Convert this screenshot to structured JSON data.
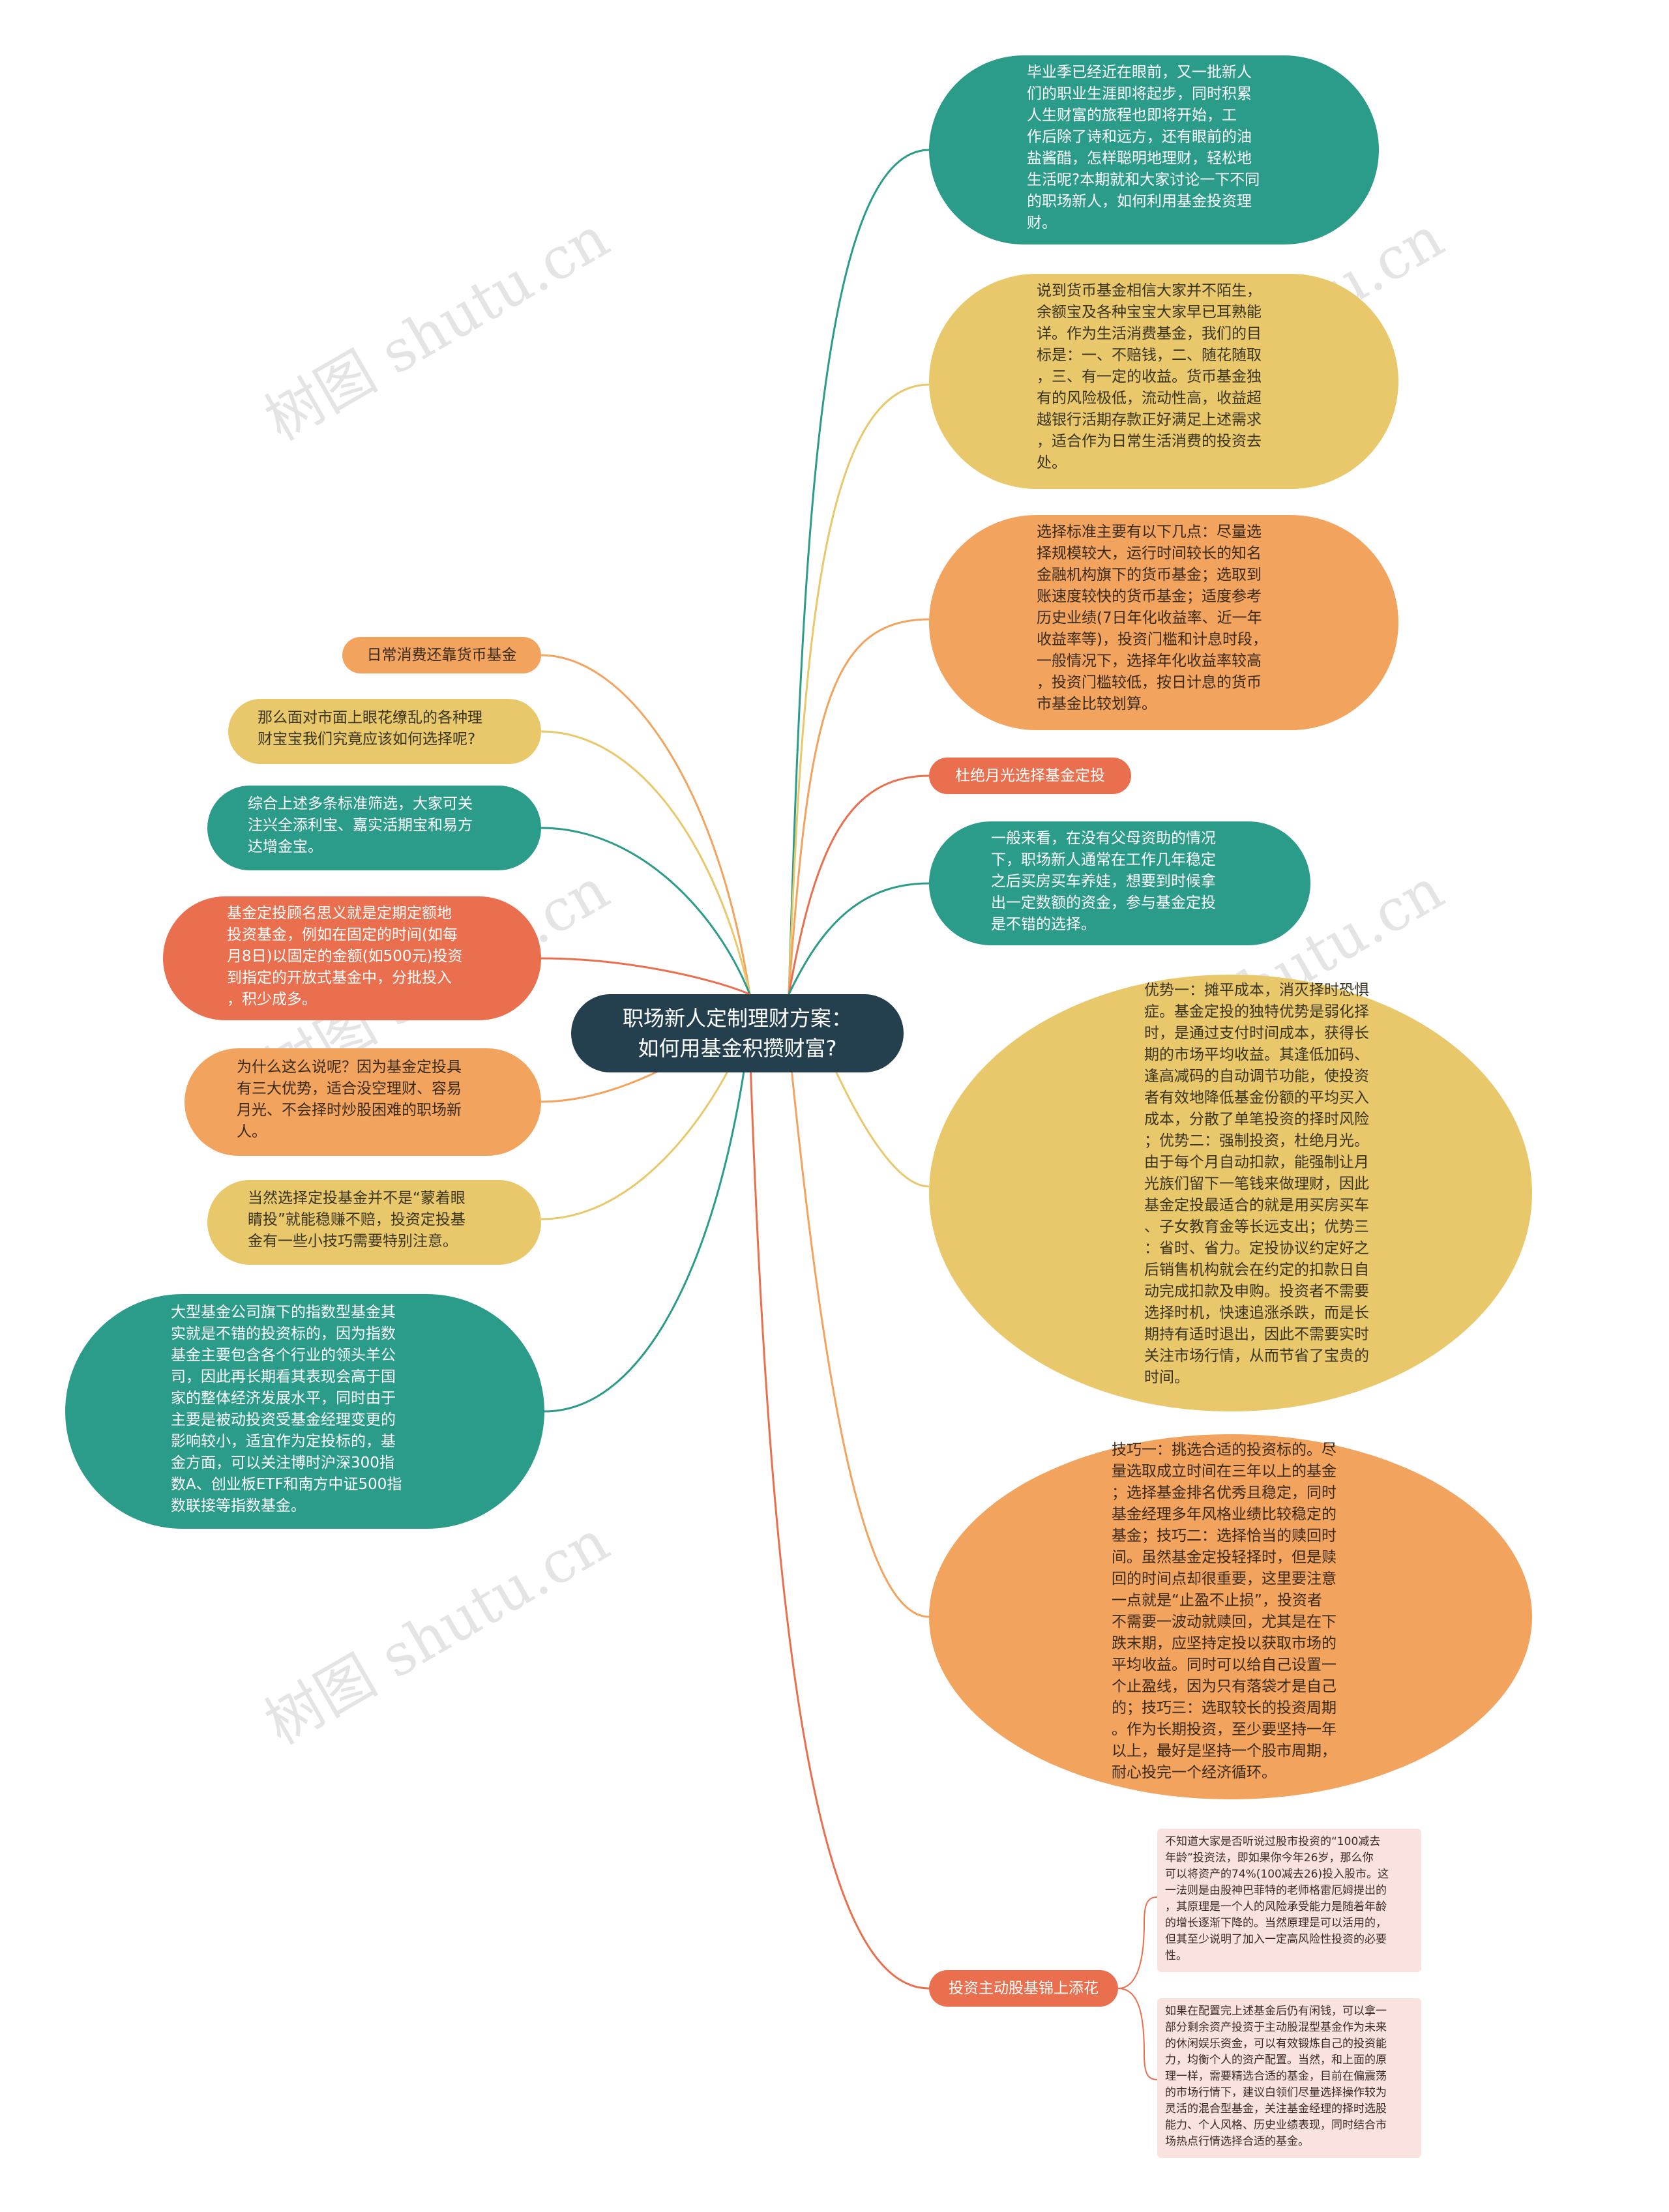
{
  "root": "职场新人定制理财方案：\n如何用基金积攒财富?",
  "watermark": "树图 shutu.cn",
  "colors": {
    "teal": "#2b9b8a",
    "yellow": "#e8c86a",
    "orange": "#f2a35e",
    "red": "#e96f4e",
    "center": "#24404f",
    "note": "#fae3df"
  },
  "right": {
    "r1": "毕业季已经近在眼前，又一批新人\n们的职业生涯即将起步，同时积累\n人生财富的旅程也即将开始，工\n作后除了诗和远方，还有眼前的油\n盐酱醋，怎样聪明地理财，轻松地\n生活呢?本期就和大家讨论一下不同\n的职场新人，如何利用基金投资理\n财。",
    "r2": "说到货币基金相信大家并不陌生，\n余额宝及各种宝宝大家早已耳熟能\n详。作为生活消费基金，我们的目\n标是：一、不赔钱，二、随花随取\n，三、有一定的收益。货币基金独\n有的风险极低，流动性高，收益超\n越银行活期存款正好满足上述需求\n，适合作为日常生活消费的投资去\n处。",
    "r3": "选择标准主要有以下几点：尽量选\n择规模较大，运行时间较长的知名\n金融机构旗下的货币基金；选取到\n账速度较快的货币基金；适度参考\n历史业绩(7日年化收益率、近一年\n收益率等)，投资门槛和计息时段，\n一般情况下，选择年化收益率较高\n，投资门槛较低，按日计息的货币\n市基金比较划算。",
    "r4": "杜绝月光选择基金定投",
    "r5": "一般来看，在没有父母资助的情况\n下，职场新人通常在工作几年稳定\n之后买房买车养娃，想要到时候拿\n出一定数额的资金，参与基金定投\n是不错的选择。",
    "r6": "优势一：摊平成本，消灭择时恐惧\n症。基金定投的独特优势是弱化择\n时，是通过支付时间成本，获得长\n期的市场平均收益。其逢低加码、\n逢高减码的自动调节功能，使投资\n者有效地降低基金份额的平均买入\n成本，分散了单笔投资的择时风险\n；优势二：强制投资，杜绝月光。\n由于每个月自动扣款，能强制让月\n光族们留下一笔钱来做理财，因此\n基金定投最适合的就是用买房买车\n、子女教育金等长远支出；优势三\n：省时、省力。定投协议约定好之\n后销售机构就会在约定的扣款日自\n动完成扣款及申购。投资者不需要\n选择时机，快速追涨杀跌，而是长\n期持有适时退出，因此不需要实时\n关注市场行情，从而节省了宝贵的\n时间。",
    "r7": "技巧一：挑选合适的投资标的。尽\n量选取成立时间在三年以上的基金\n；选择基金排名优秀且稳定，同时\n基金经理多年风格业绩比较稳定的\n基金；技巧二：选择恰当的赎回时\n间。虽然基金定投轻择时，但是赎\n回的时间点却很重要，这里要注意\n一点就是“止盈不止损”，投资者\n不需要一波动就赎回，尤其是在下\n跌末期，应坚持定投以获取市场的\n平均收益。同时可以给自己设置一\n个止盈线，因为只有落袋才是自己\n的；技巧三：选取较长的投资周期\n。作为长期投资，至少要坚持一年\n以上，最好是坚持一个股市周期，\n耐心投完一个经济循环。",
    "r8": "投资主动股基锦上添花",
    "n1": "不知道大家是否听说过股市投资的“100减去\n年龄”投资法，即如果你今年26岁，那么你\n可以将资产的74%(100减去26)投入股市。这\n一法则是由股神巴菲特的老师格雷厄姆提出的\n，其原理是一个人的风险承受能力是随着年龄\n的增长逐渐下降的。当然原理是可以活用的，\n但其至少说明了加入一定高风险性投资的必要\n性。",
    "n2": "如果在配置完上述基金后仍有闲钱，可以拿一\n部分剩余资产投资于主动股混型基金作为未来\n的休闲娱乐资金，可以有效锻炼自己的投资能\n力，均衡个人的资产配置。当然，和上面的原\n理一样，需要精选合适的基金，目前在偏震荡\n的市场行情下，建议白领们尽量选择操作较为\n灵活的混合型基金，关注基金经理的择时选股\n能力、个人风格、历史业绩表现，同时结合市\n场热点行情选择合适的基金。"
  },
  "left": {
    "l1": "日常消费还靠货币基金",
    "l2": "那么面对市面上眼花缭乱的各种理\n财宝宝我们究竟应该如何选择呢?",
    "l3": "综合上述多条标准筛选，大家可关\n注兴全添利宝、嘉实活期宝和易方\n达增金宝。",
    "l4": "基金定投顾名思义就是定期定额地\n投资基金，例如在固定的时间(如每\n月8日)以固定的金额(如500元)投资\n到指定的开放式基金中，分批投入\n，积少成多。",
    "l5": "为什么这么说呢？因为基金定投具\n有三大优势，适合没空理财、容易\n月光、不会择时炒股困难的职场新\n人。",
    "l6": "当然选择定投基金并不是“蒙着眼\n睛投”就能稳赚不赔，投资定投基\n金有一些小技巧需要特别注意。",
    "l7": "大型基金公司旗下的指数型基金其\n实就是不错的投资标的，因为指数\n基金主要包含各个行业的领头羊公\n司，因此再长期看其表现会高于国\n家的整体经济发展水平，同时由于\n主要是被动投资受基金经理变更的\n影响较小，适宜作为定投标的，基\n金方面，可以关注博时沪深300指\n数A、创业板ETF和南方中证500指\n数联接等指数基金。"
  }
}
